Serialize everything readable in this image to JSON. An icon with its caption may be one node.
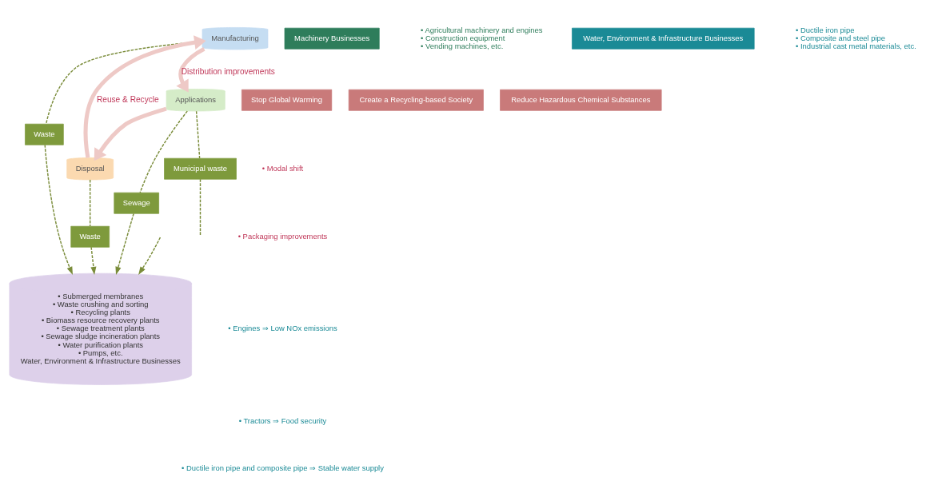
{
  "diagram": {
    "nodes": [
      {
        "text": [
          "Manufacturing"
        ]
      },
      {
        "text": [
          "Disposal"
        ]
      },
      {
        "text": [
          "Applications"
        ]
      },
      {
        "text": [
          "• Submerged membranes",
          "• Waste crushing and sorting",
          "• Recycling plants",
          "• Biomass resource recovery plants",
          "• Sewage treatment plants",
          "• Sewage sludge incineration plants",
          "• Water purification plants",
          "• Pumps, etc.",
          "Water, Environment & Infrastructure Businesses"
        ]
      },
      {
        "text": [
          "Machinery Businesses"
        ],
        "beside": [
          "• Agricultural machinery and engines",
          "• Construction equipment",
          "• Vending machines, etc."
        ]
      },
      {
        "text": [
          "Water, Environment & Infrastructure Businesses"
        ],
        "beside": [
          "• Ductile iron pipe",
          "• Composite and steel pipe",
          "• Industrial cast metal materials, etc."
        ]
      },
      {
        "text": [
          "Stop Global Warming"
        ]
      },
      {
        "text": [
          "Create a Recycling-based Society"
        ]
      },
      {
        "text": [
          "Reduce Hazardous Chemical Substances"
        ]
      },
      {
        "text": [
          "Waste"
        ]
      },
      {
        "text": [
          "Waste"
        ]
      },
      {
        "text": [
          "Sewage"
        ]
      },
      {
        "text": [
          "Municipal waste"
        ]
      }
    ],
    "edges": [
      {
        "from": 1,
        "to": 0,
        "arrow": "to",
        "label": "Reuse & Recycle",
        "style": "thick",
        "color": "#eec9c6"
      },
      {
        "from": 0,
        "to": 2,
        "arrow": "to",
        "label": "Distribution improvements",
        "style": "thick",
        "color": "#eec9c6"
      },
      {
        "from": 2,
        "to": 1,
        "arrow": "to",
        "style": "thick",
        "color": "#eec9c6"
      },
      {
        "from": 0,
        "to": 9,
        "arrow": "none",
        "style": "dashed"
      },
      {
        "from": 9,
        "to": 3,
        "arrow": "to",
        "style": "dashed"
      },
      {
        "from": 1,
        "to": 10,
        "arrow": "none",
        "style": "dashed"
      },
      {
        "from": 10,
        "to": 3,
        "arrow": "to",
        "style": "dashed"
      },
      {
        "from": 2,
        "to": 11,
        "arrow": "none",
        "style": "dashed"
      },
      {
        "from": 11,
        "to": 3,
        "arrow": "to",
        "style": "dashed"
      },
      {
        "from": 2,
        "to": 12,
        "arrow": "none",
        "style": "dashed"
      },
      {
        "from": 12,
        "to": null,
        "arrow": "none",
        "style": "dashed"
      },
      {
        "from": null,
        "to": 3,
        "arrow": "to",
        "style": "dashed"
      }
    ],
    "labels": [
      "• Modal shift",
      "• Packaging improvements",
      "• Engines ⇒ Low NOx emissions",
      "• Tractors ⇒ Food security",
      "• Ductile iron pipe and composite pipe ⇒ Stable water supply"
    ]
  }
}
